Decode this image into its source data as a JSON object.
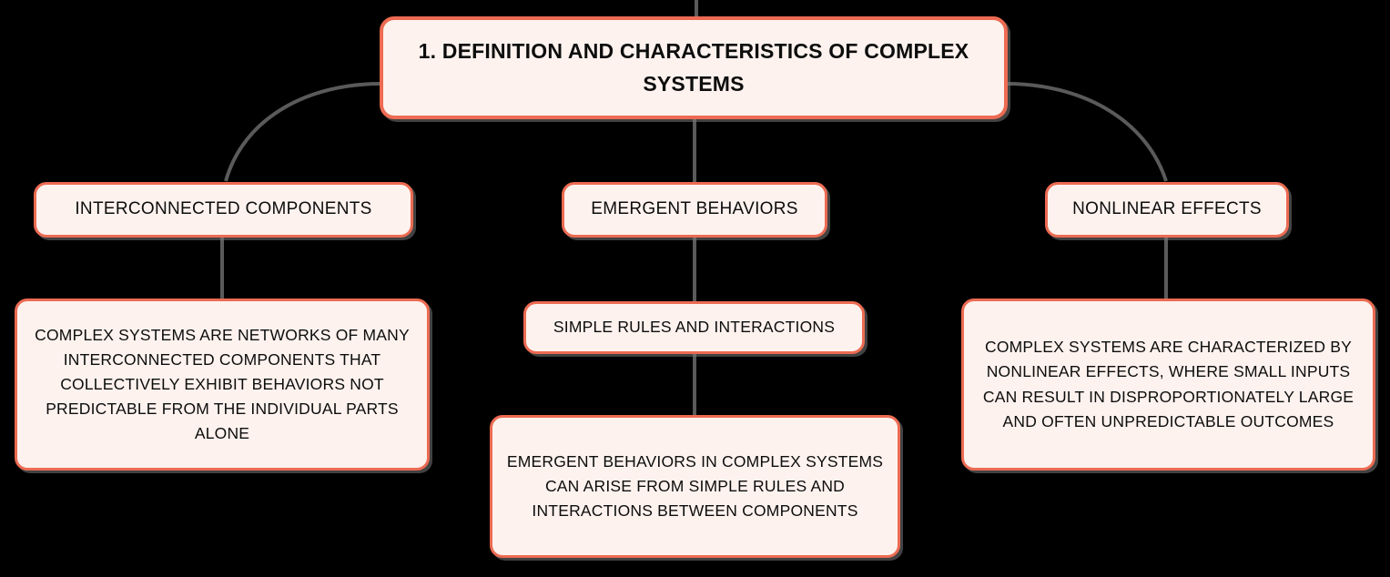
{
  "diagram": {
    "type": "mind-map",
    "background_color": "#000000",
    "node_fill_color": "#FDF2EE",
    "node_border_color": "#EC6B52",
    "node_text_color": "#0D0D0D",
    "connector_color": "#5A5A5A",
    "root": {
      "label": "1. DEFINITION AND CHARACTERISTICS OF COMPLEX SYSTEMS"
    },
    "branches": [
      {
        "label": "INTERCONNECTED COMPONENTS",
        "children": [
          {
            "label": "COMPLEX SYSTEMS ARE NETWORKS OF MANY INTERCONNECTED COMPONENTS THAT COLLECTIVELY EXHIBIT BEHAVIORS NOT PREDICTABLE FROM THE INDIVIDUAL PARTS ALONE"
          }
        ]
      },
      {
        "label": "EMERGENT BEHAVIORS",
        "children": [
          {
            "label": "SIMPLE RULES AND INTERACTIONS"
          },
          {
            "label": "EMERGENT BEHAVIORS IN COMPLEX SYSTEMS CAN ARISE FROM SIMPLE RULES AND INTERACTIONS BETWEEN COMPONENTS"
          }
        ]
      },
      {
        "label": "NONLINEAR EFFECTS",
        "children": [
          {
            "label": "COMPLEX SYSTEMS ARE CHARACTERIZED BY NONLINEAR EFFECTS, WHERE SMALL INPUTS CAN RESULT IN DISPROPORTIONATELY LARGE AND OFTEN UNPREDICTABLE OUTCOMES"
          }
        ]
      }
    ]
  }
}
